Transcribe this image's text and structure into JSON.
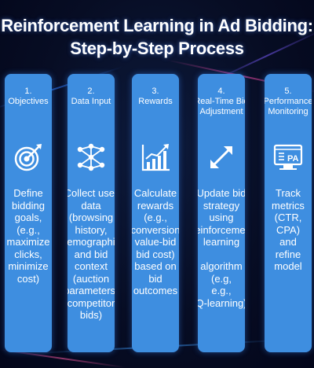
{
  "title_line1": "Reinforcement Learning in Ad Bidding:",
  "title_line2": "Step-by-Step Process",
  "colors": {
    "background": "#070d24",
    "card": "#3e8ee0",
    "text": "#ffffff"
  },
  "cards": [
    {
      "number": "1.",
      "heading": [
        "Objectives"
      ],
      "icon": "target-icon",
      "body": [
        "Define",
        "bidding",
        "goals,",
        "(e.g.,",
        "maximize",
        "clicks,",
        "minimize",
        "cost)"
      ]
    },
    {
      "number": "2.",
      "heading": [
        "Data Input"
      ],
      "icon": "network-icon",
      "body": [
        "Collect user",
        "data",
        "(browsing",
        "history,",
        "demographics",
        "and bid",
        "context",
        "(auction",
        "parameters,",
        "competitor",
        "bids)"
      ]
    },
    {
      "number": "3.",
      "heading": [
        "Rewards"
      ],
      "icon": "growth-chart-icon",
      "body": [
        "Calculate",
        "rewards",
        "(e.g.,",
        "conversion",
        "value-bid",
        "bid cost)",
        "based on",
        "bid",
        "outcomes"
      ]
    },
    {
      "number": "4.",
      "heading": [
        "Real-Time Bid",
        "Adjustment"
      ],
      "icon": "adjust-arrow-icon",
      "body": [
        "Update bid",
        "strategy",
        "using",
        "reinforcement",
        "learning",
        "",
        "algorithm",
        "(e.g,",
        "e.g.,",
        "Q-learning)"
      ]
    },
    {
      "number": "5.",
      "heading": [
        "Performance",
        "Monitoring"
      ],
      "icon": "monitor-icon",
      "body": [
        "Track",
        "metrics",
        "(CTR,",
        "CPA)",
        "and",
        "refine",
        "model"
      ]
    }
  ]
}
